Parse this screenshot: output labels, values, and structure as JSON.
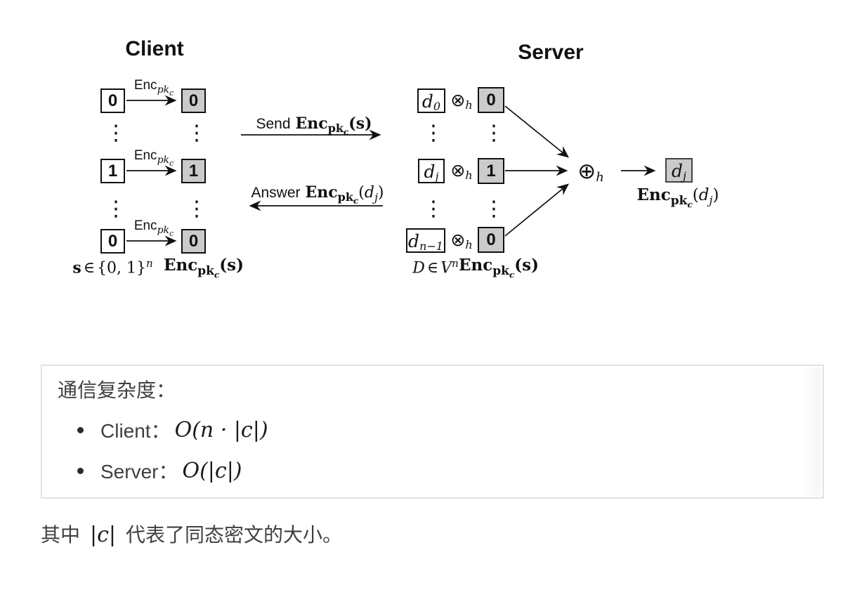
{
  "diagram": {
    "client_title": "Client",
    "server_title": "Server",
    "vdots": "⋮",
    "client_bits": [
      "0",
      "1",
      "0"
    ],
    "server_bits": [
      "0",
      "1",
      "0"
    ],
    "d_subs": [
      "0",
      "j",
      "n−1"
    ],
    "math": {
      "enc": "Enc",
      "pk": "pk",
      "c": "c",
      "s": "s",
      "d": "d",
      "h": "h",
      "n": "n",
      "j": "j",
      "in": "∈",
      "set01": "{0, 1}",
      "otimes": "⊗",
      "oplus": "⊕",
      "lp": "(",
      "rp": ")",
      "D": "D",
      "V": "V",
      "send": "Send",
      "answer": "Answer"
    }
  },
  "complexity": {
    "heading": "通信复杂度：",
    "items": [
      {
        "label": "Client：",
        "formula": "O(n · |c|)"
      },
      {
        "label": "Server：",
        "formula": "O(|c|)"
      }
    ]
  },
  "footnote": {
    "prefix": "其中",
    "math": "|c|",
    "suffix": "代表了同态密文的大小。"
  },
  "colors": {
    "box_border": "#111111",
    "cipher_fill": "#cbcbcb",
    "note_border": "#e2e2e2",
    "text_dark": "#404040"
  }
}
